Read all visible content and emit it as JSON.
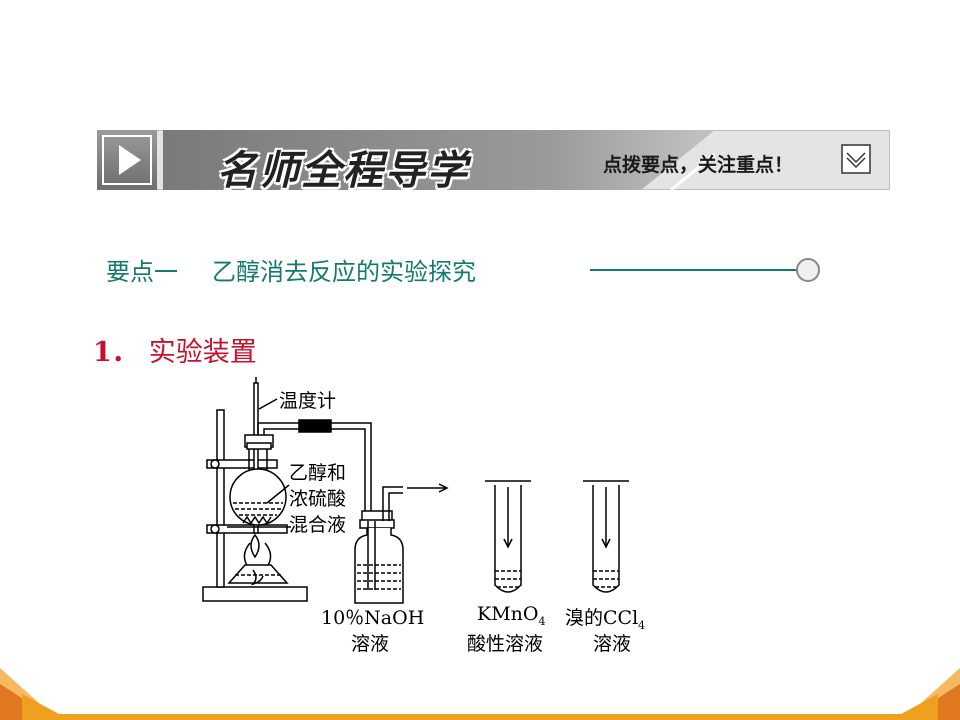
{
  "banner": {
    "title": "名师全程导学",
    "tagline": "点拨要点，关注重点！"
  },
  "heading": {
    "number": "要点一",
    "text": "乙醇消去反应的实验探究"
  },
  "section": {
    "number": "1．",
    "title": "实验装置"
  },
  "diagram": {
    "thermometer_label": "温度计",
    "mixture_label_line1": "乙醇和",
    "mixture_label_line2": "浓硫酸",
    "mixture_label_line3": "混合液",
    "naoh_line1": "10％NaOH",
    "naoh_line2": "溶液",
    "kmno4_main": "KMnO",
    "kmno4_sub": "4",
    "kmno4_line2": "酸性溶液",
    "ccl4_main": "溴的CCl",
    "ccl4_sub": "4",
    "ccl4_line2": "溶液"
  },
  "colors": {
    "heading": "#157a6e",
    "section": "#c8102e",
    "footer_orange": "#f0a020"
  }
}
